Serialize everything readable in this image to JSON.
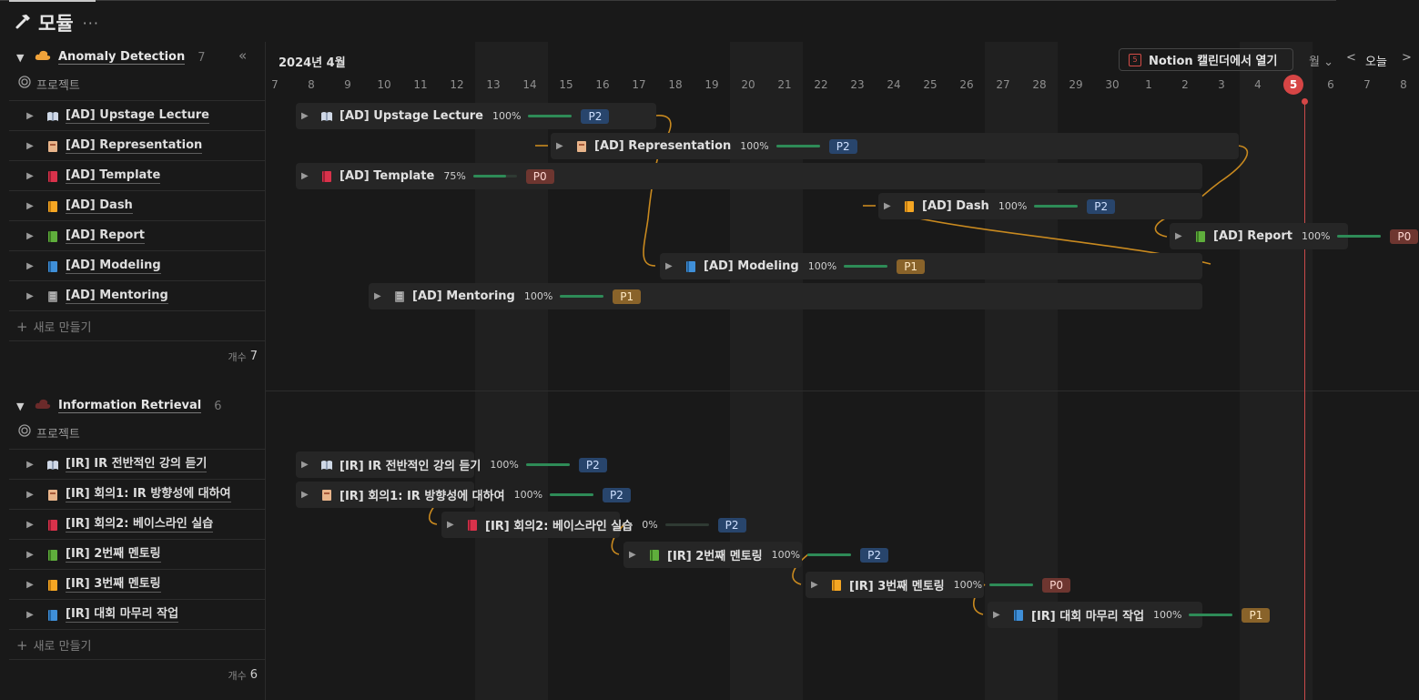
{
  "page": {
    "title": "모듈",
    "more": "···"
  },
  "toolbar": {
    "notion_button": "Notion 캘린더에서 열기",
    "notion_icon_text": "5",
    "view": "월",
    "today": "오늘"
  },
  "timeline": {
    "month": "2024년 4월",
    "days": [
      "7",
      "8",
      "9",
      "10",
      "11",
      "12",
      "13",
      "14",
      "15",
      "16",
      "17",
      "18",
      "19",
      "20",
      "21",
      "22",
      "23",
      "24",
      "25",
      "26",
      "27",
      "28",
      "29",
      "30",
      "1",
      "2",
      "3",
      "4",
      "5",
      "6",
      "7",
      "8"
    ],
    "today": "5"
  },
  "groups": [
    {
      "name": "Anomaly Detection",
      "count": "7",
      "color": "#f0a33a",
      "prop_label": "프로젝트",
      "new_label": "새로 만들기",
      "count_label": "개수",
      "count_value": "7",
      "items": [
        {
          "title": "[AD] Upstage Lecture",
          "icon": "open-book-icon",
          "progress": "100%",
          "progress_value": 1.0,
          "priority": "P2"
        },
        {
          "title": "[AD] Representation",
          "icon": "notebook-icon",
          "progress": "100%",
          "progress_value": 1.0,
          "priority": "P2"
        },
        {
          "title": "[AD] Template",
          "icon": "red-book-icon",
          "progress": "75%",
          "progress_value": 0.75,
          "priority": "P0"
        },
        {
          "title": "[AD] Dash",
          "icon": "orange-book-icon",
          "progress": "100%",
          "progress_value": 1.0,
          "priority": "P2"
        },
        {
          "title": "[AD] Report",
          "icon": "green-book-icon",
          "progress": "100%",
          "progress_value": 1.0,
          "priority": "P0"
        },
        {
          "title": "[AD] Modeling",
          "icon": "blue-book-icon",
          "progress": "100%",
          "progress_value": 1.0,
          "priority": "P1"
        },
        {
          "title": "[AD] Mentoring",
          "icon": "ledger-icon",
          "progress": "100%",
          "progress_value": 1.0,
          "priority": "P1"
        }
      ]
    },
    {
      "name": "Information Retrieval",
      "count": "6",
      "color": "#7a2e2e",
      "prop_label": "프로젝트",
      "new_label": "새로 만들기",
      "count_label": "개수",
      "count_value": "6",
      "items": [
        {
          "title": "[IR] IR 전반적인 강의 듣기",
          "icon": "open-book-icon",
          "progress": "100%",
          "progress_value": 1.0,
          "priority": "P2"
        },
        {
          "title": "[IR] 회의1: IR 방향성에 대하여",
          "icon": "notebook-icon",
          "progress": "100%",
          "progress_value": 1.0,
          "priority": "P2"
        },
        {
          "title": "[IR] 회의2: 베이스라인 실습",
          "icon": "red-book-icon",
          "progress": "0%",
          "progress_value": 0.0,
          "priority": "P2"
        },
        {
          "title": "[IR] 2번째 멘토링",
          "icon": "green-book-icon",
          "progress": "100%",
          "progress_value": 1.0,
          "priority": "P2"
        },
        {
          "title": "[IR] 3번째 멘토링",
          "icon": "orange-book-icon",
          "progress": "100%",
          "progress_value": 1.0,
          "priority": "P0"
        },
        {
          "title": "[IR] 대회 마무리 작업",
          "icon": "blue-book-icon",
          "progress": "100%",
          "progress_value": 1.0,
          "priority": "P1"
        }
      ]
    }
  ],
  "colors": {
    "p0": "#6e3630",
    "p1": "#89632a",
    "p2": "#28456c",
    "progress": "#2e8b57",
    "today": "#d64545",
    "dependency": "#c8891f"
  }
}
